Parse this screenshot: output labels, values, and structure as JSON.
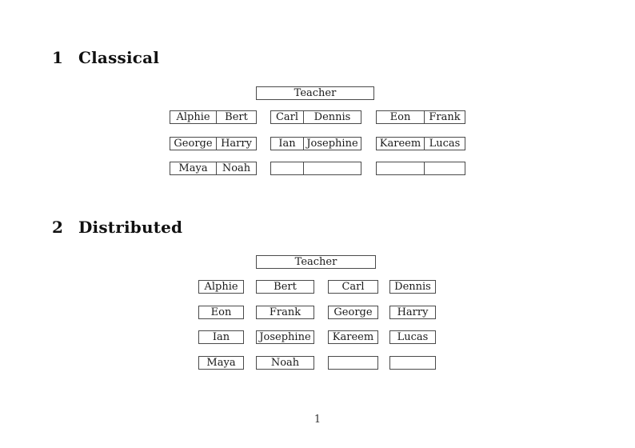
{
  "page_number": "1",
  "sections": {
    "classical": {
      "number": "1",
      "title": "Classical",
      "teacher_label": "Teacher",
      "desk_rows": [
        [
          {
            "left": "Alphie",
            "right": "Bert"
          },
          {
            "left": "Carl",
            "right": "Dennis"
          },
          {
            "left": "Eon",
            "right": "Frank"
          }
        ],
        [
          {
            "left": "George",
            "right": "Harry"
          },
          {
            "left": "Ian",
            "right": "Josephine"
          },
          {
            "left": "Kareem",
            "right": "Lucas"
          }
        ],
        [
          {
            "left": "Maya",
            "right": "Noah"
          },
          {
            "left": "",
            "right": ""
          },
          {
            "left": "",
            "right": ""
          }
        ]
      ]
    },
    "distributed": {
      "number": "2",
      "title": "Distributed",
      "teacher_label": "Teacher",
      "desk_rows": [
        [
          "Alphie",
          "Bert",
          "Carl",
          "Dennis"
        ],
        [
          "Eon",
          "Frank",
          "George",
          "Harry"
        ],
        [
          "Ian",
          "Josephine",
          "Kareem",
          "Lucas"
        ],
        [
          "Maya",
          "Noah",
          "",
          ""
        ]
      ]
    }
  }
}
